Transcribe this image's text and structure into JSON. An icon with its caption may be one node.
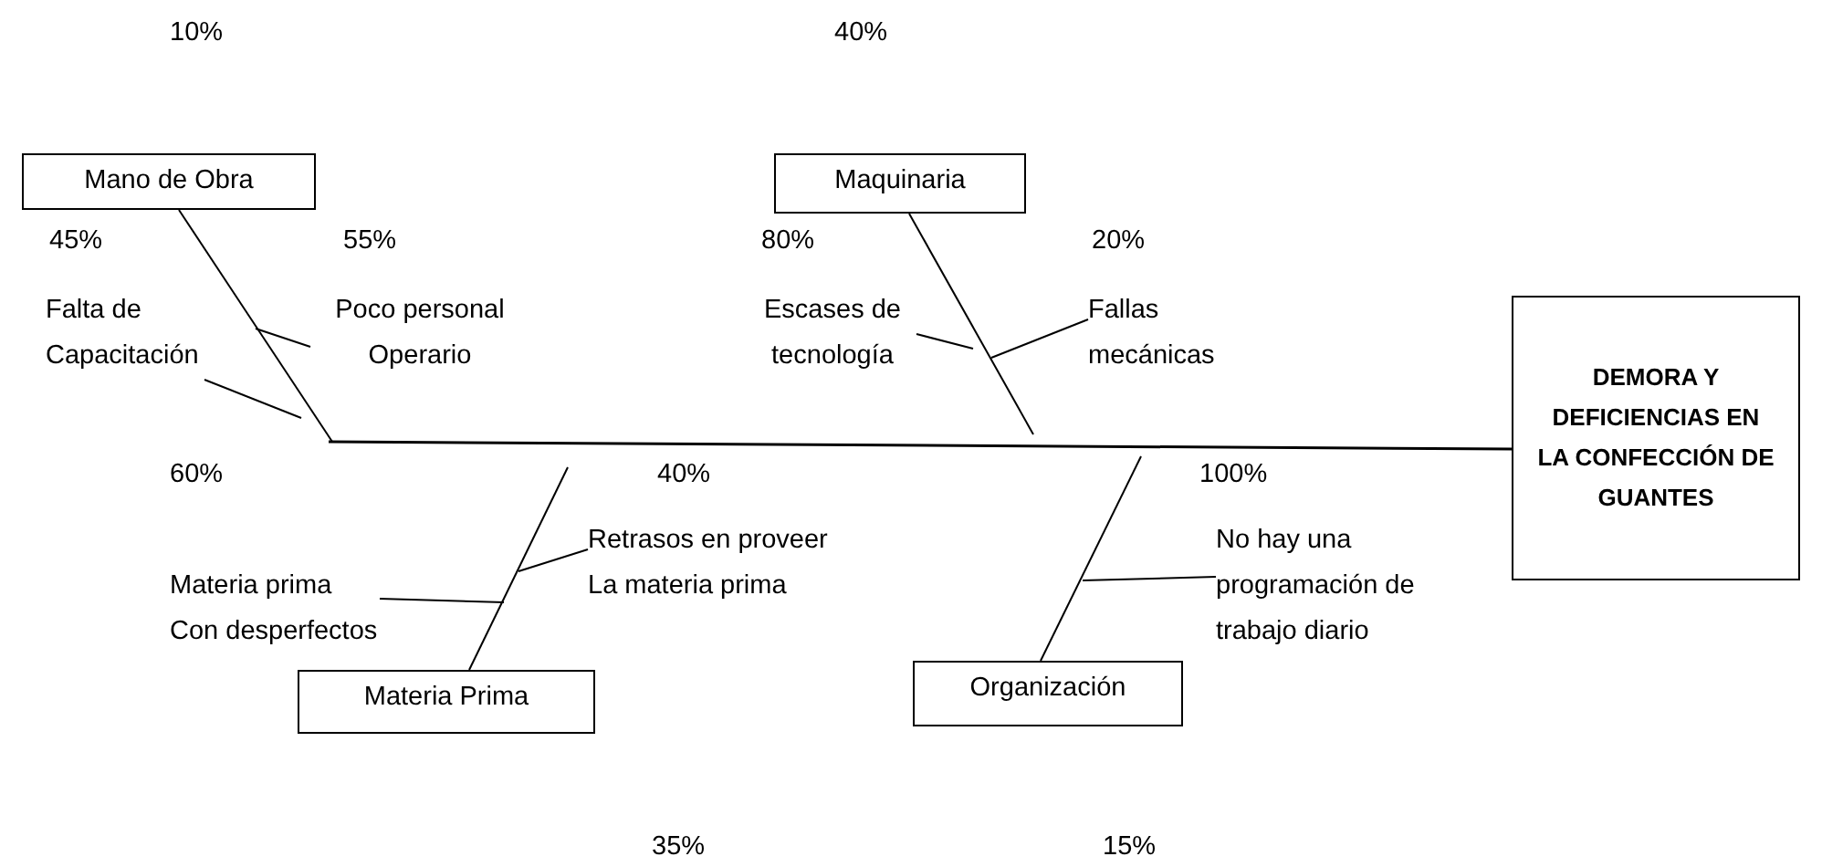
{
  "diagram": {
    "nodes": [
      {
        "text": [
          "Mano de Obra"
        ]
      },
      {
        "text": [
          "Maquinaria"
        ]
      },
      {
        "text": [
          "Materia Prima"
        ]
      },
      {
        "text": [
          "Organización"
        ]
      },
      {
        "text": [
          "DEMORA Y DEFICIENCIAS EN LA CONFECCIÓN DE GUANTES"
        ]
      },
      {
        "text": [
          "Falta de Capacitación"
        ]
      },
      {
        "text": [
          "Poco personal Operario"
        ]
      },
      {
        "text": [
          "Escases de tecnología"
        ]
      },
      {
        "text": [
          "Fallas mecánicas"
        ]
      },
      {
        "text": [
          "Retrasos en proveer La materia prima"
        ]
      },
      {
        "text": [
          "Materia prima Con desperfectos"
        ]
      },
      {
        "text": [
          "No hay una programación de trabajo diario"
        ]
      }
    ],
    "edges": [
      {
        "from": null,
        "to": 4,
        "arrow": "none"
      },
      {
        "from": 0,
        "to": null,
        "arrow": "none"
      },
      {
        "from": 1,
        "to": null,
        "arrow": "none"
      },
      {
        "from": 2,
        "to": null,
        "arrow": "none"
      },
      {
        "from": 3,
        "to": null,
        "arrow": "none"
      },
      {
        "from": 5,
        "to": null,
        "arrow": "none"
      },
      {
        "from": 6,
        "to": null,
        "arrow": "none"
      },
      {
        "from": 7,
        "to": null,
        "arrow": "none"
      },
      {
        "from": 8,
        "to": null,
        "arrow": "none"
      },
      {
        "from": 9,
        "to": null,
        "arrow": "none"
      },
      {
        "from": 10,
        "to": null,
        "arrow": "none"
      },
      {
        "from": 11,
        "to": null,
        "arrow": "none"
      }
    ],
    "labels": [
      "10%",
      "40%",
      "45%",
      "55%",
      "80%",
      "20%",
      "60%",
      "40%",
      "100%",
      "35%",
      "15%"
    ]
  }
}
